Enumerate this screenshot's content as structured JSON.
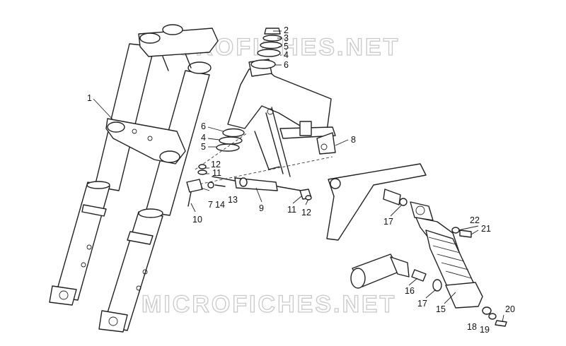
{
  "watermark": "MICROFICHES.NET",
  "callouts": {
    "c1": "1",
    "c2": "2",
    "c3": "3",
    "c5a": "5",
    "c4a": "4",
    "c6a": "6",
    "c6b": "6",
    "c4b": "4",
    "c5b": "5",
    "c8": "8",
    "c12a": "12",
    "c11a": "11",
    "c7": "7",
    "c14": "14",
    "c13": "13",
    "c9": "9",
    "c11b": "11",
    "c12b": "12",
    "c10": "10",
    "c17a": "17",
    "c22": "22",
    "c21": "21",
    "c16": "16",
    "c17b": "17",
    "c15": "15",
    "c20": "20",
    "c18": "18",
    "c19": "19"
  }
}
